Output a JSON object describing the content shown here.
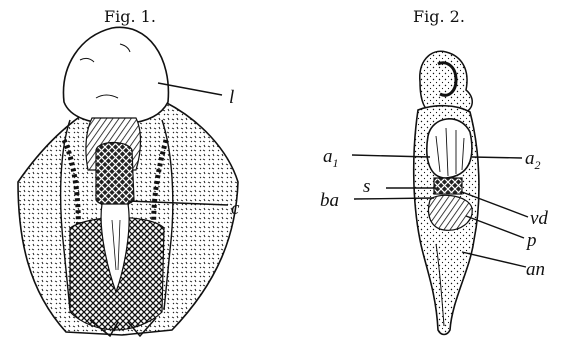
{
  "figures": [
    {
      "title": "Fig. 1.",
      "labels": [
        "l",
        "c"
      ]
    },
    {
      "title": "Fig. 2.",
      "labels": [
        "a",
        "a",
        "s",
        "ba",
        "vd",
        "p",
        "an"
      ],
      "subscripts": [
        "1",
        "2"
      ]
    }
  ],
  "colors": {
    "ink": "#111111",
    "paper": "#ffffff"
  }
}
